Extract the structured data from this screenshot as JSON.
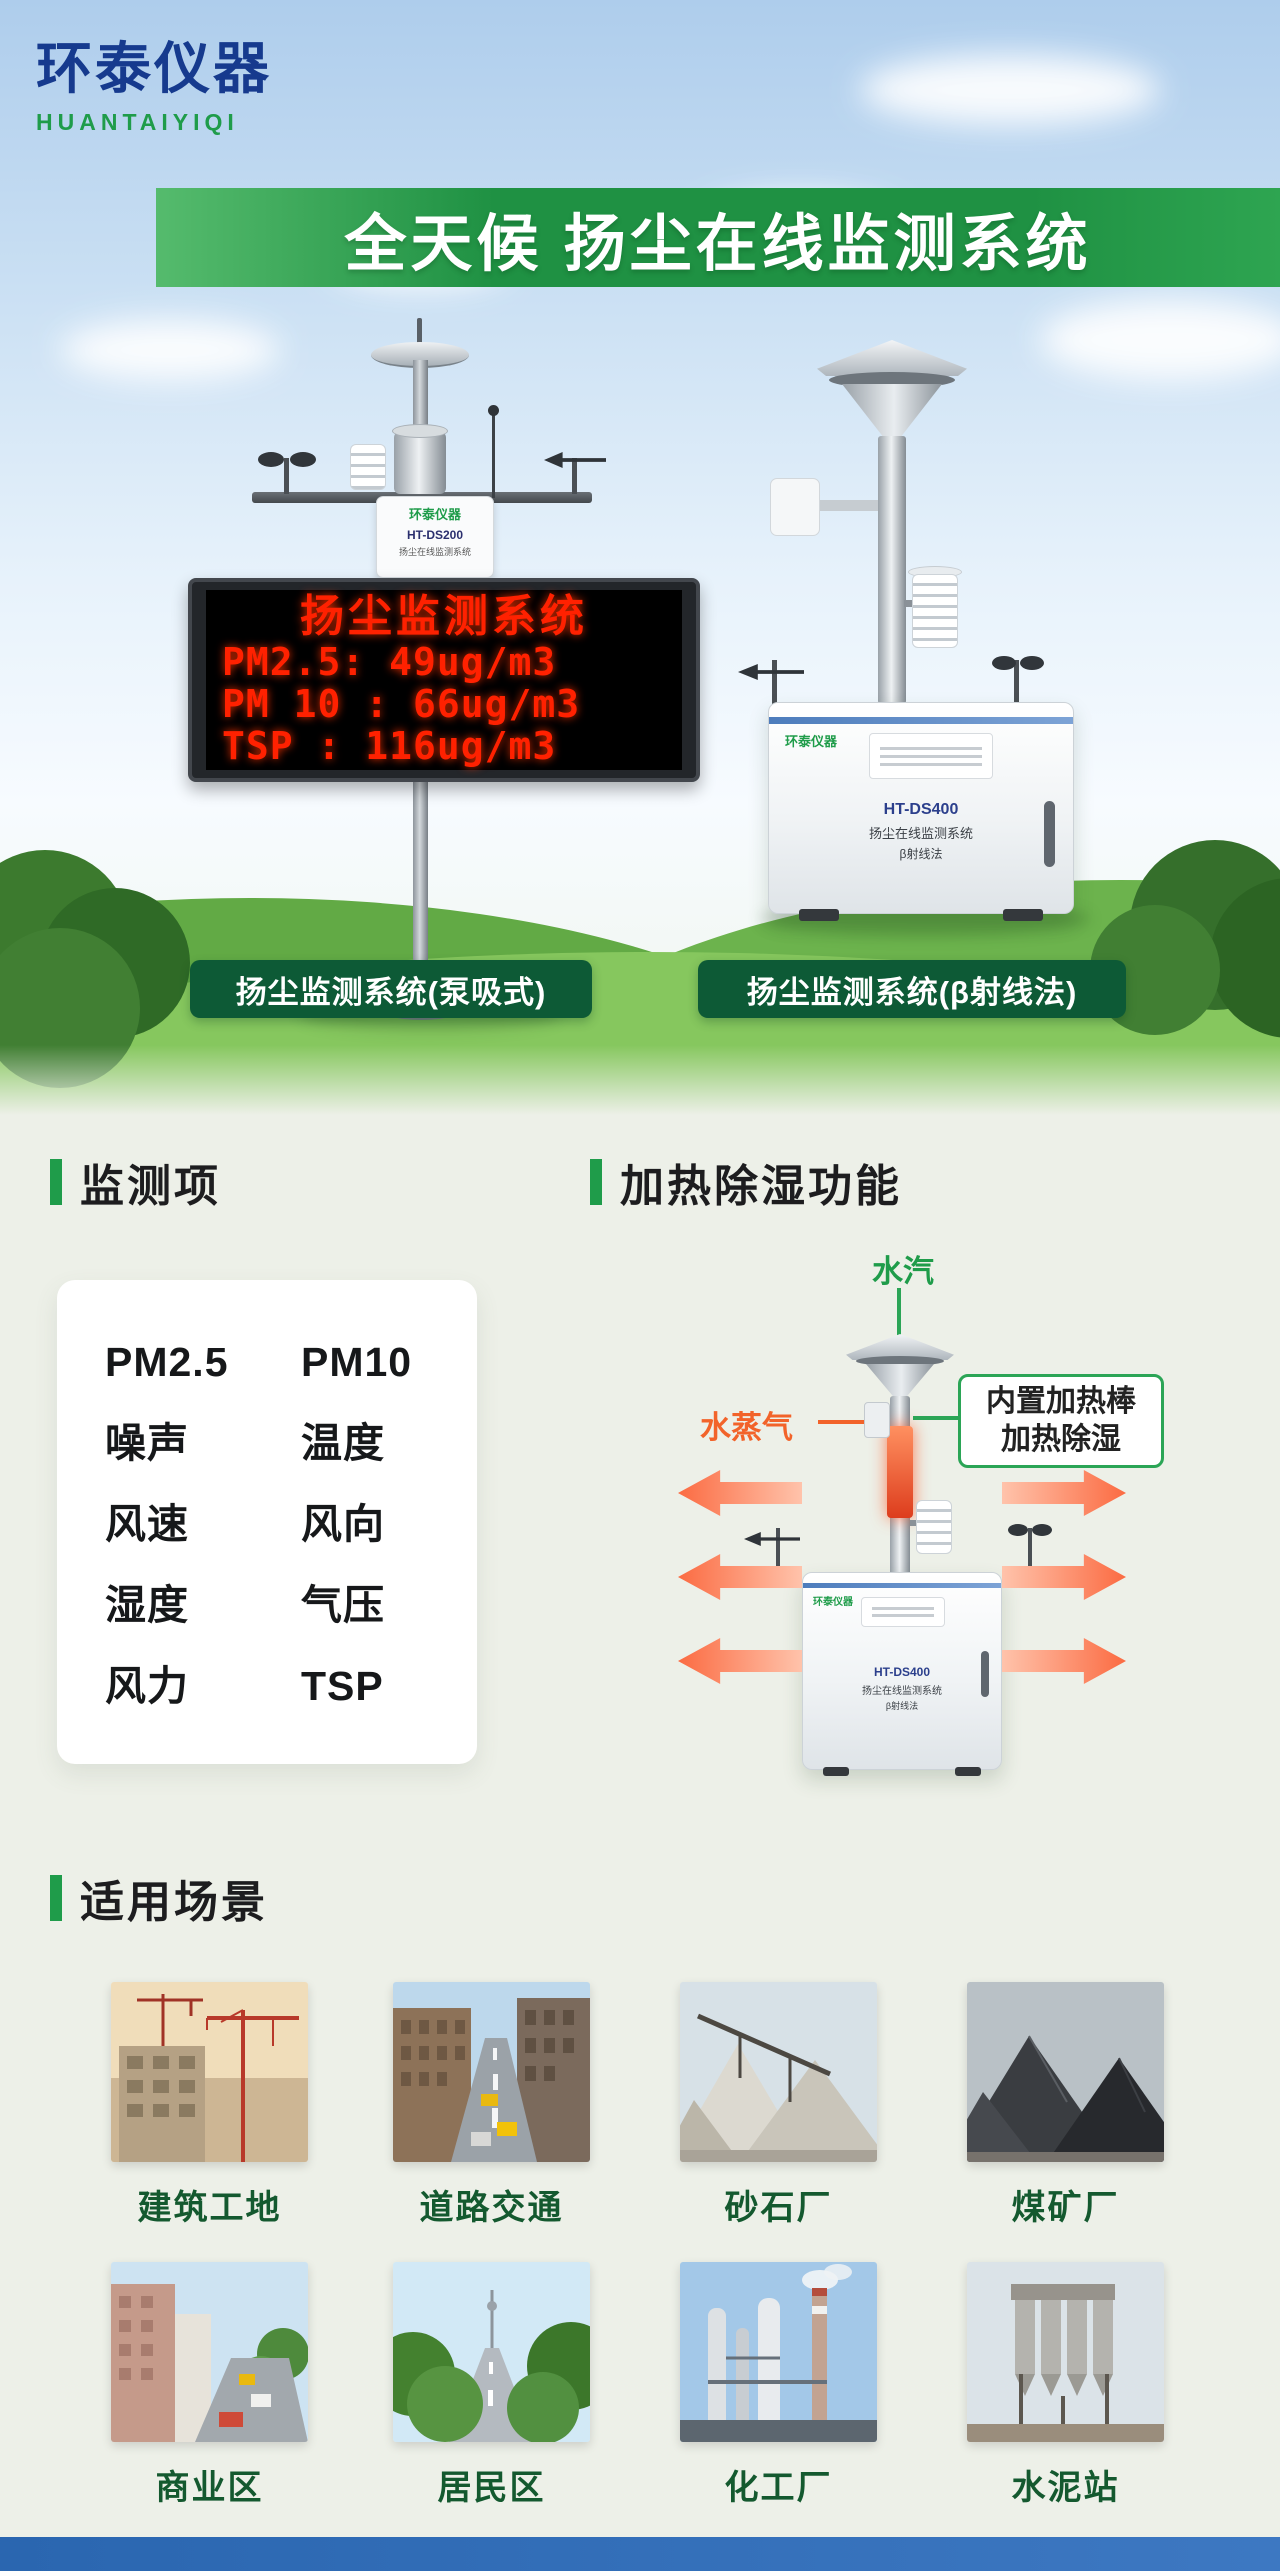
{
  "brand": {
    "name_cn": "环泰仪器",
    "name_en": "HUANTAIYIQI"
  },
  "banner": {
    "title": "全天候 扬尘在线监测系统"
  },
  "hero": {
    "led_display": {
      "title": "扬尘监测系统",
      "lines": [
        "PM2.5:  49ug/m3",
        "PM 10 : 66ug/m3",
        "TSP  : 116ug/m3"
      ]
    },
    "device_left": {
      "brand": "环泰仪器",
      "model": "HT-DS200",
      "name": "扬尘在线监测系统",
      "caption": "扬尘监测系统(泵吸式)"
    },
    "device_right": {
      "brand": "环泰仪器",
      "model": "HT-DS400",
      "name": "扬尘在线监测系统",
      "method": "β射线法",
      "caption": "扬尘监测系统(β射线法)"
    }
  },
  "monitoring": {
    "title": "监测项",
    "items": [
      "PM2.5",
      "PM10",
      "噪声",
      "温度",
      "风速",
      "风向",
      "湿度",
      "气压",
      "风力",
      "TSP"
    ]
  },
  "heating": {
    "title": "加热除湿功能",
    "label_water_vapor": "水汽",
    "label_steam": "水蒸气",
    "callout_line1": "内置加热棒",
    "callout_line2": "加热除湿",
    "device": {
      "brand": "环泰仪器",
      "model": "HT-DS400",
      "name": "扬尘在线监测系统",
      "method": "β射线法"
    }
  },
  "scenes": {
    "title": "适用场景",
    "items": [
      {
        "label": "建筑工地"
      },
      {
        "label": "道路交通"
      },
      {
        "label": "砂石厂"
      },
      {
        "label": "煤矿厂"
      },
      {
        "label": "商业区"
      },
      {
        "label": "居民区"
      },
      {
        "label": "化工厂"
      },
      {
        "label": "水泥站"
      }
    ]
  },
  "colors": {
    "accent_green": "#1f9c4a",
    "banner_green": "#1f9143",
    "pill_green": "#0d5a36",
    "led_red": "#ff2100",
    "arrow_orange": "#fb6b42",
    "steam_orange": "#f2632a",
    "scene_label_green": "#14592f",
    "footer_blue": "#2e6cb5",
    "logo_navy": "#163a8e"
  }
}
